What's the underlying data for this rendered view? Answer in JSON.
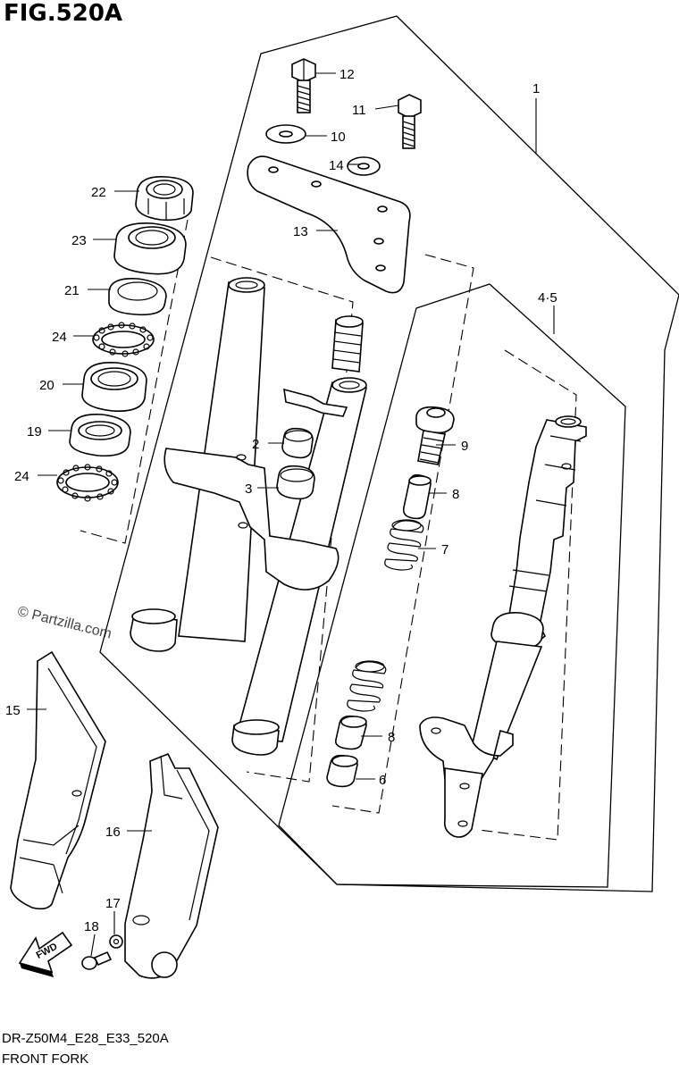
{
  "figure": {
    "title": "FIG.520A",
    "code": "DR-Z50M4_E28_E33_520A",
    "name": "FRONT FORK",
    "watermark": "© Partzilla.com",
    "fwd_label": "FWD"
  },
  "callouts": {
    "c1": "1",
    "c2": "2",
    "c3": "3",
    "c45": "4·5",
    "c6": "6",
    "c7": "7",
    "c8a": "8",
    "c8b": "8",
    "c9": "9",
    "c10": "10",
    "c11": "11",
    "c12": "12",
    "c13": "13",
    "c14": "14",
    "c15": "15",
    "c16": "16",
    "c17": "17",
    "c18": "18",
    "c19": "19",
    "c20": "20",
    "c21": "21",
    "c22": "22",
    "c23": "23",
    "c24a": "24",
    "c24b": "24"
  }
}
